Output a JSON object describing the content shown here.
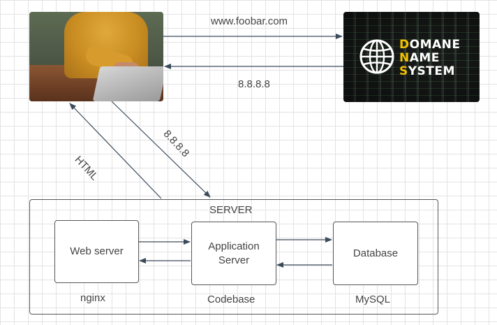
{
  "top": {
    "request_label": "www.foobar.com",
    "response_label": "8.8.8.8"
  },
  "dns_image": {
    "line1_first": "D",
    "line1_rest": "OMANE",
    "line2_first": "N",
    "line2_rest": "AME",
    "line3_first": "S",
    "line3_rest": "YSTEM",
    "icon": "globe-icon",
    "accent_color": "#f2c200"
  },
  "links": {
    "html_label": "HTML",
    "ip_label": "8.8.8.8"
  },
  "server": {
    "title": "SERVER",
    "web_server": {
      "label": "Web server",
      "caption": "nginx"
    },
    "app_server": {
      "label": "Application Server",
      "caption": "Codebase"
    },
    "database": {
      "label": "Database",
      "caption": "MySQL"
    }
  },
  "colors": {
    "line": "#3a4a5a",
    "grid": "#e3e3e3"
  }
}
